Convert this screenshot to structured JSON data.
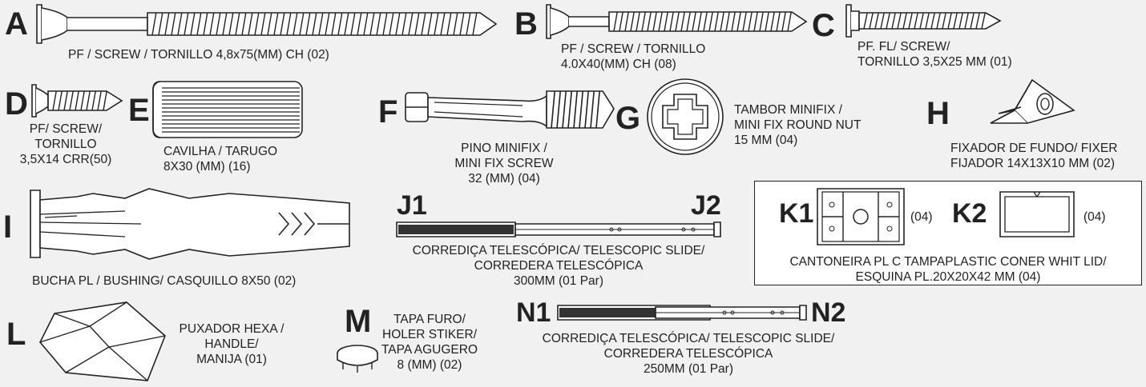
{
  "parts": {
    "A": {
      "letter": "A",
      "label": [
        "PF / SCREW / TORNILLO 4,8x75(MM) CH (02)"
      ]
    },
    "B": {
      "letter": "B",
      "label": [
        "PF / SCREW / TORNILLO",
        "4.0X40(MM) CH (08)"
      ]
    },
    "C": {
      "letter": "C",
      "label": [
        "PF. FL/ SCREW/",
        "TORNILLO 3,5X25 MM (01)"
      ]
    },
    "D": {
      "letter": "D",
      "label": [
        "PF/ SCREW/",
        "TORNILLO",
        "3,5X14 CRR(50)"
      ]
    },
    "E": {
      "letter": "E",
      "label": [
        "CAVILHA / TARUGO",
        "8X30 (MM) (16)"
      ]
    },
    "F": {
      "letter": "F",
      "label": [
        "PINO MINIFIX /",
        "MINI FIX  SCREW",
        "32 (MM) (04)"
      ]
    },
    "G": {
      "letter": "G",
      "label": [
        "TAMBOR MINIFIX /",
        "MINI FIX ROUND NUT",
        "15 MM (04)"
      ]
    },
    "H": {
      "letter": "H",
      "label": [
        "FIXADOR DE FUNDO/ FIXER",
        "FIJADOR 14X13X10 MM (02)"
      ]
    },
    "I": {
      "letter": "I",
      "label": [
        "BUCHA PL / BUSHING/ CASQUILLO 8X50 (02)"
      ]
    },
    "J": {
      "letter1": "J1",
      "letter2": "J2",
      "label": [
        "CORREDIÇA TELESCÓPICA/ TELESCOPIC SLIDE/",
        "CORREDERA TELESCÓPICA",
        "300MM (01 Par)"
      ]
    },
    "K": {
      "letter1": "K1",
      "letter2": "K2",
      "qty1": "(04)",
      "qty2": "(04)",
      "label": [
        "CANTONEIRA PL C TAMPAPLASTIC CONER WHIT LID/",
        "ESQUINA PL.20X20X42 MM (04)"
      ]
    },
    "L": {
      "letter": "L",
      "label": [
        "PUXADOR HEXA /",
        "HANDLE/",
        "MANIJA (01)"
      ]
    },
    "M": {
      "letter": "M",
      "label": [
        "TAPA FURO/",
        "HOLER STIKER/",
        "TAPA AGUGERO",
        "8 (MM) (02)"
      ]
    },
    "N": {
      "letter1": "N1",
      "letter2": "N2",
      "label": [
        "CORREDIÇA TELESCÓPICA/ TELESCOPIC SLIDE/",
        "CORREDERA TELESCÓPICA",
        "250MM (01 Par)"
      ]
    }
  }
}
